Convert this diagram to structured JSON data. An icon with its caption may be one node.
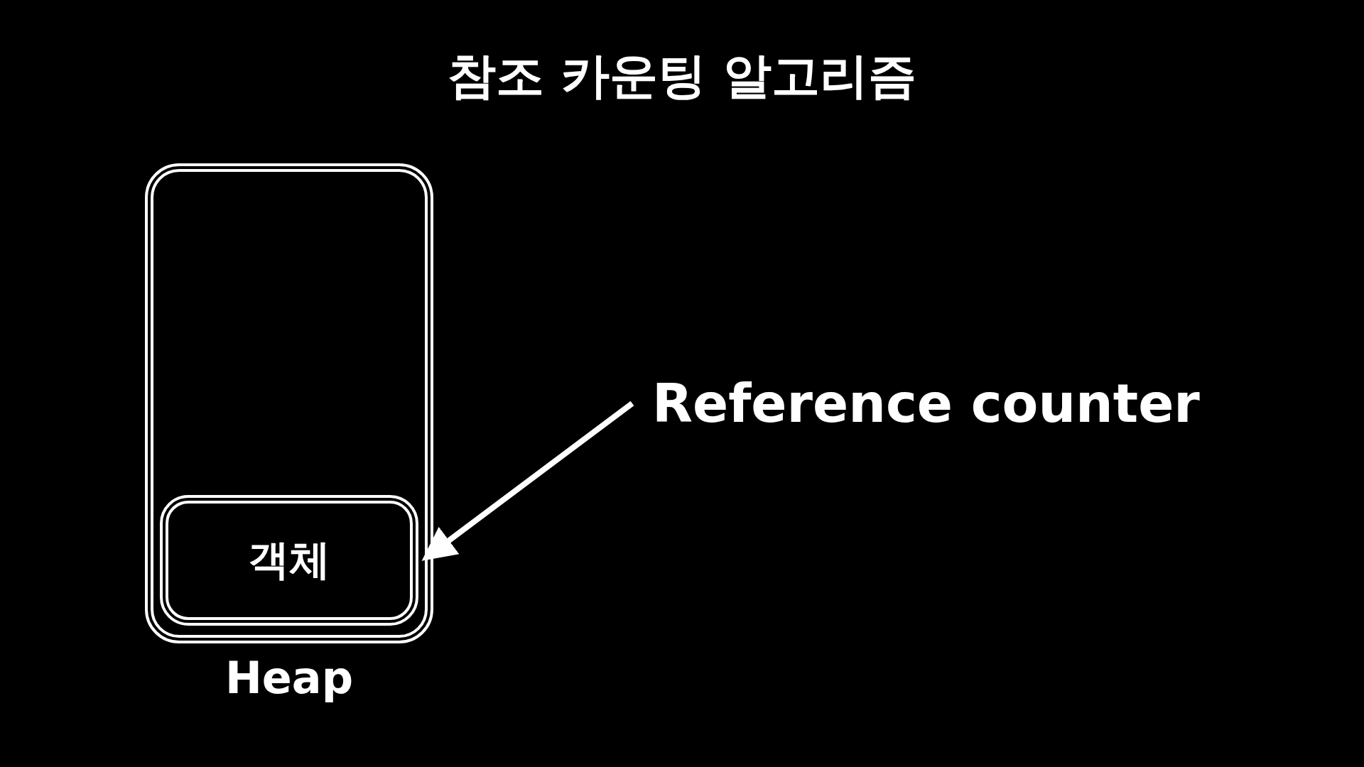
{
  "diagram": {
    "title": "참조 카운팅 알고리즘",
    "nodes": [
      {
        "text": [
          "Heap"
        ]
      },
      {
        "text": [
          "객체"
        ],
        "in": 0
      },
      {
        "text": [
          "Reference counter"
        ]
      }
    ],
    "edges": [
      {
        "from": 2,
        "to": 1,
        "arrow": "to"
      }
    ]
  }
}
